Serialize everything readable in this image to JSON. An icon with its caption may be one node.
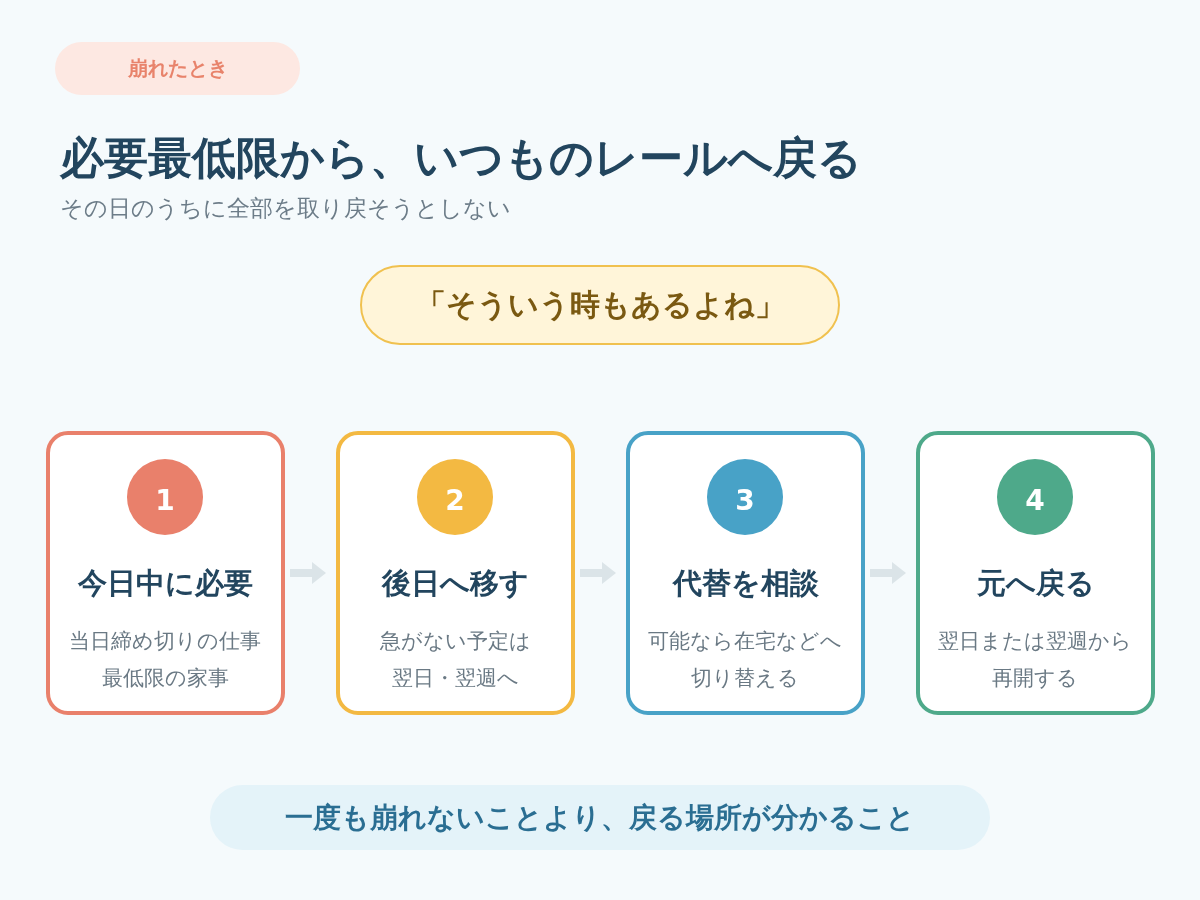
{
  "diagram": {
    "title": "必要最低限から、いつものレールへ戻る",
    "nodes": [
      {
        "text": [
          "崩れたとき"
        ]
      },
      {
        "text": [
          "「そういう時もあるよね」"
        ]
      },
      {
        "text": [
          "今日中に必要",
          "当日締め切りの仕事最低限の家事"
        ]
      },
      {
        "text": [
          "1"
        ],
        "in": 2
      },
      {
        "text": [
          "後日へ移す",
          "急がない予定は翌日・翌週へ"
        ]
      },
      {
        "text": [
          "2"
        ],
        "in": 4
      },
      {
        "text": [
          "代替を相談",
          "可能なら在宅などへ切り替える"
        ]
      },
      {
        "text": [
          "3"
        ],
        "in": 6
      },
      {
        "text": [
          "元へ戻る",
          "翌日または翌週から再開する"
        ]
      },
      {
        "text": [
          "4"
        ],
        "in": 8
      },
      {
        "text": [
          "一度も崩れないことより、戻る場所が分かること"
        ]
      }
    ],
    "edges": [
      {
        "from": 2,
        "to": 4,
        "arrow": "to"
      },
      {
        "from": 4,
        "to": 6,
        "arrow": "to"
      },
      {
        "from": 6,
        "to": 8,
        "arrow": "to"
      }
    ],
    "labels": [
      "その日のうちに全部を取り戻そうとしない"
    ]
  }
}
